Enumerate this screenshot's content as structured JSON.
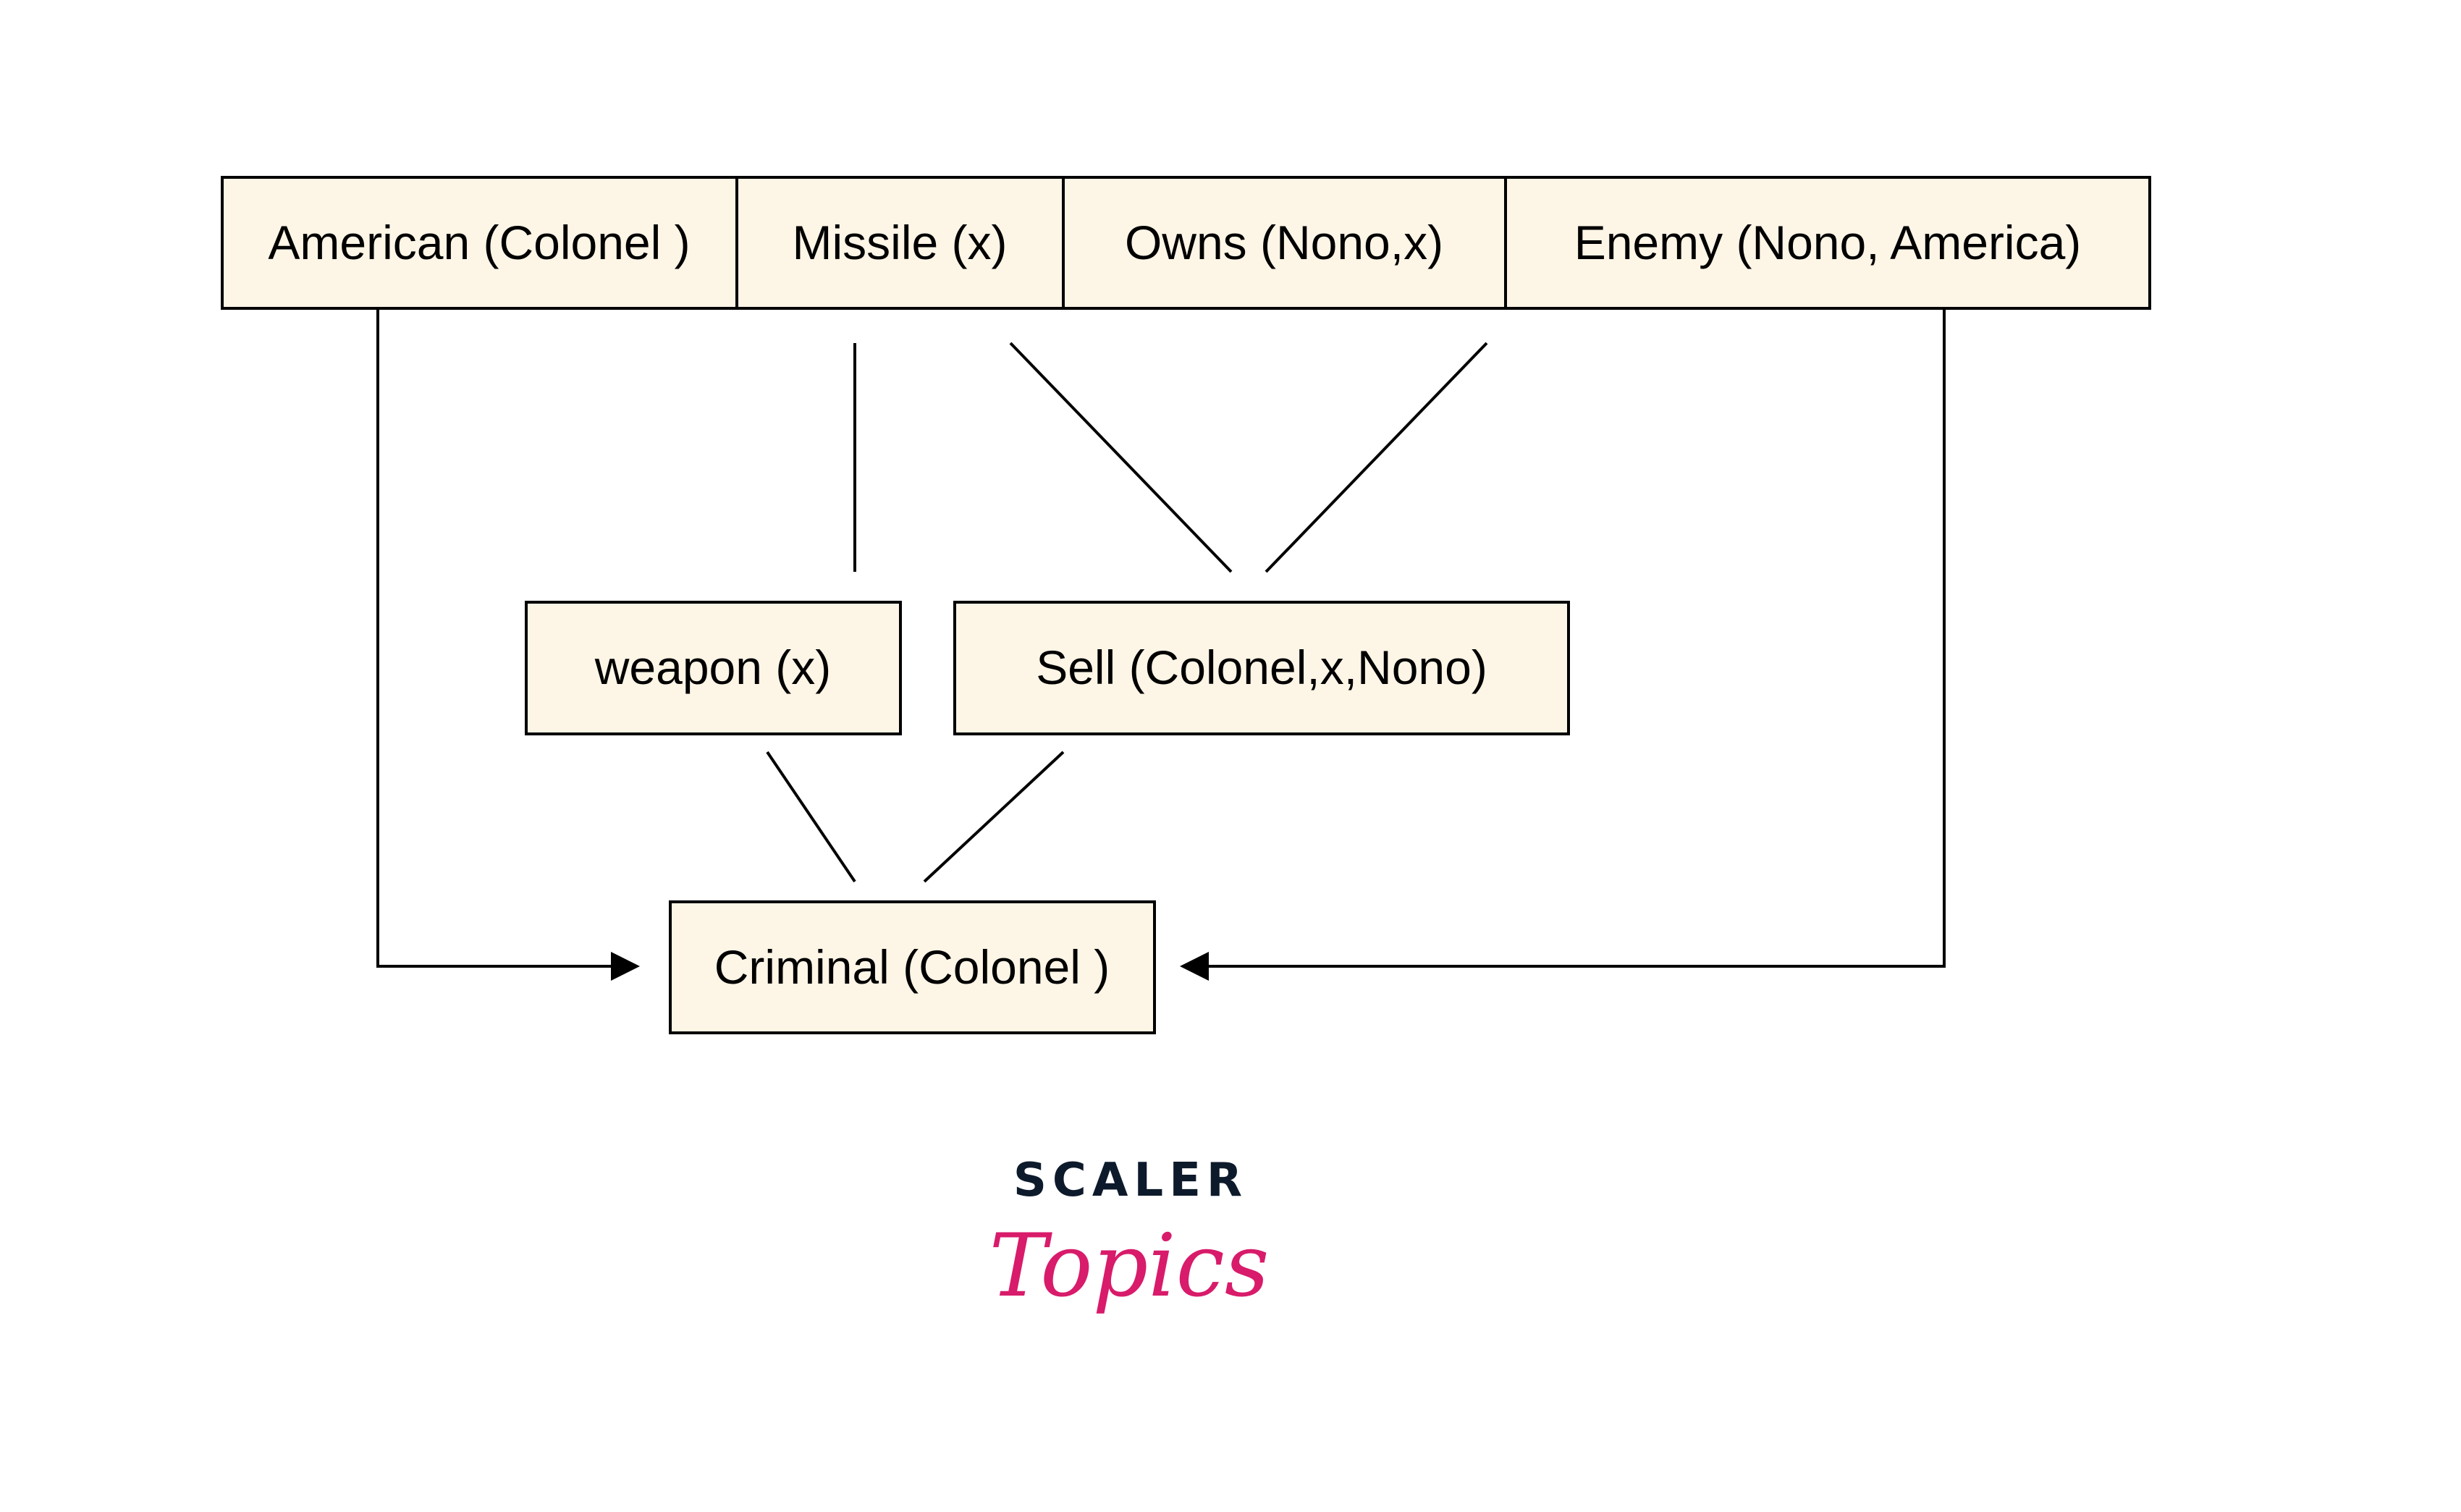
{
  "diagram": {
    "top_row": [
      {
        "label": "American (Colonel )"
      },
      {
        "label": "Missile (x)"
      },
      {
        "label": "Owns (Nono,x)"
      },
      {
        "label": "Enemy (Nono, America)"
      }
    ],
    "middle_row": [
      {
        "label": "weapon (x)"
      },
      {
        "label": "Sell (Colonel,x,Nono)"
      }
    ],
    "conclusion": {
      "label": "Criminal (Colonel )"
    },
    "colors": {
      "box_fill": "#fdf5e6",
      "stroke": "#000000"
    }
  },
  "logo": {
    "line1": "SCALER",
    "line2": "Topics",
    "colors": {
      "line1": "#0d1a2b",
      "line2": "#d81b6a"
    }
  }
}
